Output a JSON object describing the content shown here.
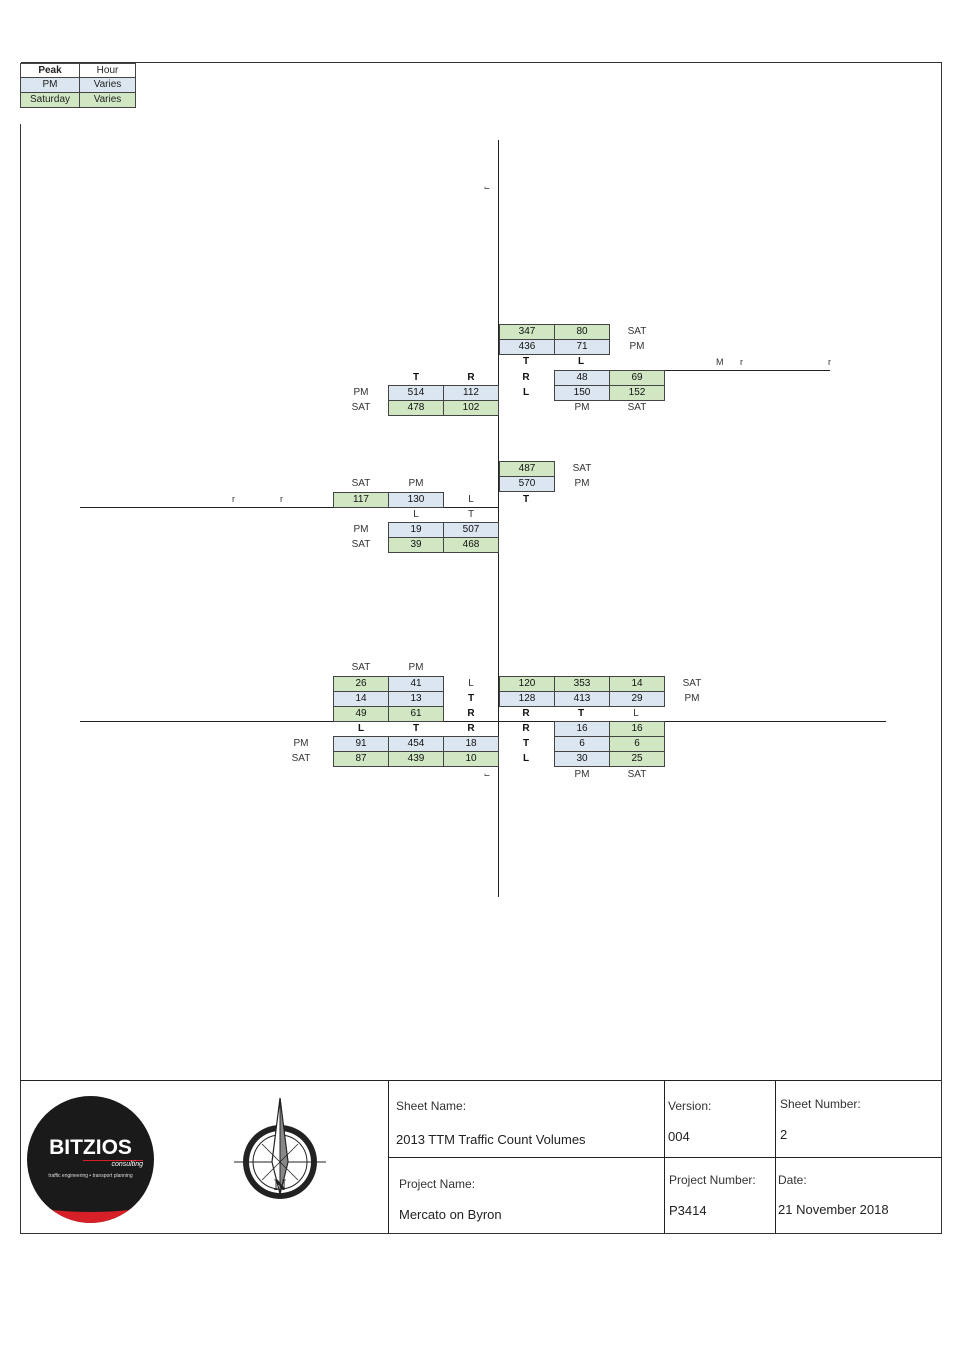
{
  "legend": {
    "headers": [
      "Peak",
      "Hour"
    ],
    "rows": [
      {
        "peak": "PM",
        "hour": "Varies"
      },
      {
        "peak": "Saturday",
        "hour": "Varies"
      }
    ]
  },
  "road_label_marks": [
    "r",
    "M",
    "r",
    "r",
    "r",
    "r",
    "r"
  ],
  "intersection1": {
    "north": {
      "sat": [
        "347",
        "80"
      ],
      "pm": [
        "436",
        "71"
      ],
      "moves": [
        "T",
        "L"
      ],
      "sat_label": "SAT",
      "pm_label": "PM"
    },
    "west": {
      "moves": [
        "T",
        "R"
      ],
      "pm": [
        "514",
        "112"
      ],
      "sat": [
        "478",
        "102"
      ],
      "pm_label": "PM",
      "sat_label": "SAT"
    },
    "east": {
      "moves": [
        "R",
        "L"
      ],
      "sat_top": "69",
      "pm": [
        "48",
        "150"
      ],
      "sat": [
        "69",
        "152"
      ],
      "pm_label": "PM",
      "sat_label": "SAT"
    }
  },
  "intersection2": {
    "north": {
      "sat": "487",
      "pm": "570",
      "move": "T",
      "sat_label": "SAT",
      "pm_label": "PM"
    },
    "west_top": {
      "sat": "117",
      "pm": "130",
      "move": "L",
      "sat_label": "SAT",
      "pm_label": "PM"
    },
    "south": {
      "moves": [
        "L",
        "T"
      ],
      "pm": [
        "19",
        "507"
      ],
      "sat": [
        "39",
        "468"
      ],
      "pm_label": "PM",
      "sat_label": "SAT"
    }
  },
  "intersection3": {
    "nw": {
      "sat_label": "SAT",
      "pm_label": "PM",
      "rows": [
        {
          "sat": "26",
          "pm": "41",
          "move": "L"
        },
        {
          "sat": "14",
          "pm": "13",
          "move": "T"
        },
        {
          "sat": "49",
          "pm": "61",
          "move": "R"
        }
      ]
    },
    "ne": {
      "sat": [
        "120",
        "353",
        "14"
      ],
      "pm": [
        "128",
        "413",
        "29"
      ],
      "moves": [
        "R",
        "T",
        "L"
      ],
      "sat_label": "SAT",
      "pm_label": "PM"
    },
    "sw": {
      "moves": [
        "L",
        "T",
        "R"
      ],
      "pm": [
        "91",
        "454",
        "18"
      ],
      "sat": [
        "87",
        "439",
        "10"
      ],
      "pm_label": "PM",
      "sat_label": "SAT"
    },
    "se": {
      "rows": [
        {
          "move": "R",
          "pm": "16",
          "sat": "16"
        },
        {
          "move": "T",
          "pm": "6",
          "sat": "6"
        },
        {
          "move": "L",
          "pm": "30",
          "sat": "25"
        }
      ],
      "pm_label": "PM",
      "sat_label": "SAT"
    }
  },
  "title_block": {
    "sheet_name_label": "Sheet Name:",
    "sheet_name": "2013 TTM Traffic Count Volumes",
    "version_label": "Version:",
    "version": "004",
    "sheet_number_label": "Sheet Number:",
    "sheet_number": "2",
    "project_name_label": "Project Name:",
    "project_name": "Mercato on Byron",
    "project_number_label": "Project Number:",
    "project_number": "P3414",
    "date_label": "Date:",
    "date": "21 November 2018",
    "logo_name": "BITZIOS",
    "logo_sub": "consulting",
    "logo_tagline": "traffic engineering • transport planning",
    "north_letter": "N"
  }
}
